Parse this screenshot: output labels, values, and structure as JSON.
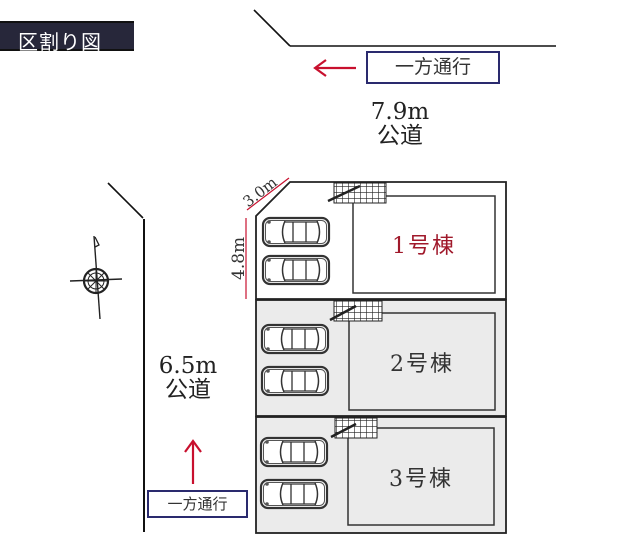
{
  "title": "区割り図",
  "roads": {
    "north": {
      "width": "7.9m",
      "type": "公道",
      "oneway_label": "一方通行",
      "arrow_direction": "left"
    },
    "west": {
      "width": "6.5m",
      "type": "公道",
      "oneway_label": "一方通行",
      "arrow_direction": "up"
    }
  },
  "dimensions": {
    "corner_cut": "3.0m",
    "frontage": "4.8m"
  },
  "lots": [
    {
      "name": "1号棟",
      "number": "1",
      "suffix": "号棟",
      "highlight": true,
      "fill": "#ffffff",
      "parking_spaces": 2
    },
    {
      "name": "2号棟",
      "number": "2",
      "suffix": "号棟",
      "highlight": false,
      "fill": "#ebebeb",
      "parking_spaces": 2
    },
    {
      "name": "3号棟",
      "number": "3",
      "suffix": "号棟",
      "highlight": false,
      "fill": "#ebebeb",
      "parking_spaces": 2
    }
  ],
  "icons": {
    "compass": "north-arrow-compass",
    "car": "car-top-view",
    "arrow_red": "#c8102e"
  },
  "colors": {
    "title_bg": "#27273a",
    "oneway_border": "#2a2a6e",
    "highlight_text": "#a0192b",
    "lot_fill": "#ebebeb"
  }
}
